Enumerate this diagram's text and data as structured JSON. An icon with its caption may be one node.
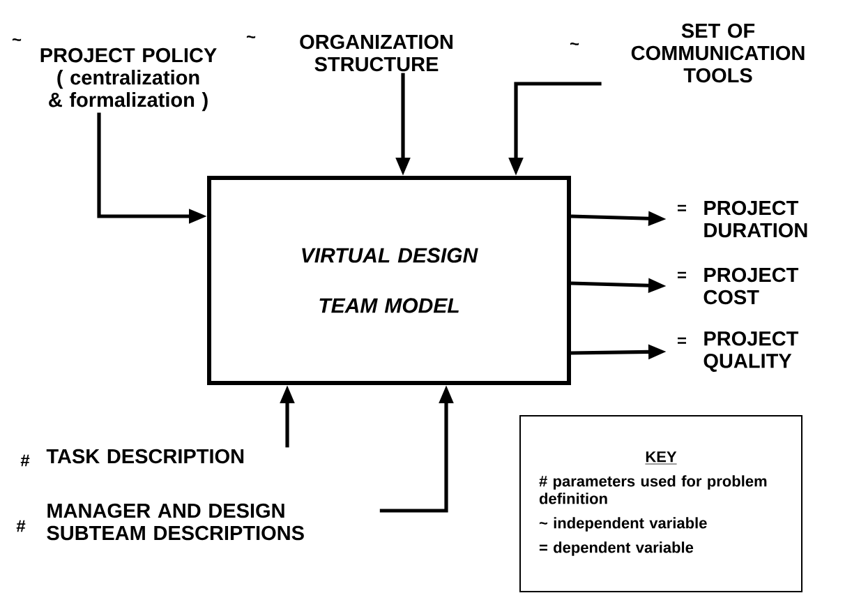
{
  "diagram": {
    "nodes": [
      {
        "text": [
          "VIRTUAL DESIGN TEAM MODEL"
        ]
      },
      {
        "text": [
          "PROJECT POLICY",
          "( centralization & formalization )"
        ],
        "beside": [
          "~"
        ]
      },
      {
        "text": [
          "ORGANIZATION STRUCTURE"
        ],
        "beside": [
          "~"
        ]
      },
      {
        "text": [
          "SET OF COMMUNICATION TOOLS"
        ],
        "beside": [
          "~"
        ]
      },
      {
        "text": [
          "PROJECT DURATION"
        ],
        "beside": [
          "="
        ]
      },
      {
        "text": [
          "PROJECT COST"
        ],
        "beside": [
          "="
        ]
      },
      {
        "text": [
          "PROJECT QUALITY"
        ],
        "beside": [
          "="
        ]
      },
      {
        "text": [
          "TASK DESCRIPTION"
        ],
        "beside": [
          "#"
        ]
      },
      {
        "text": [
          "MANAGER AND DESIGN SUBTEAM DESCRIPTIONS"
        ],
        "beside": [
          "#"
        ]
      },
      {
        "text": [
          "KEY",
          "# parameters used for problem definition",
          "~ independent variable",
          "= dependent variable"
        ]
      }
    ],
    "edges": [
      {
        "from": 1,
        "to": 0,
        "arrow": "to"
      },
      {
        "from": 2,
        "to": 0,
        "arrow": "to"
      },
      {
        "from": 3,
        "to": 0,
        "arrow": "to"
      },
      {
        "from": 0,
        "to": 4,
        "arrow": "to"
      },
      {
        "from": 0,
        "to": 5,
        "arrow": "to"
      },
      {
        "from": 0,
        "to": 6,
        "arrow": "to"
      },
      {
        "from": 7,
        "to": 0,
        "arrow": "to"
      },
      {
        "from": 8,
        "to": 0,
        "arrow": "to"
      }
    ]
  }
}
